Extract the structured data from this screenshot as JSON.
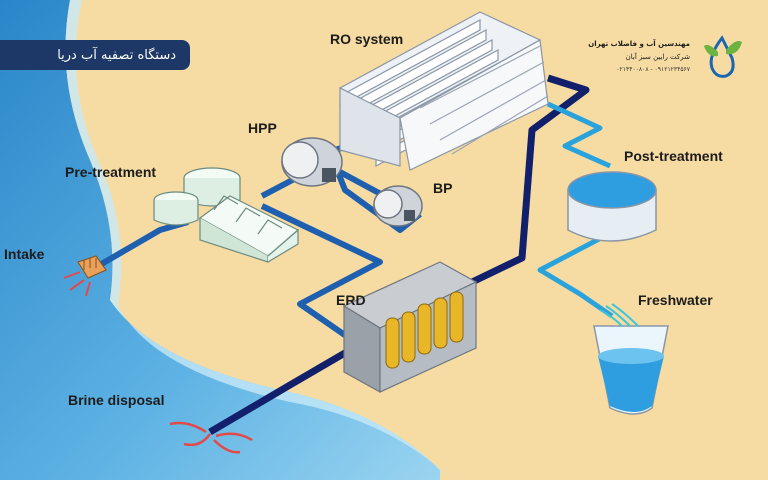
{
  "banner": {
    "title": "دستگاه تصفیه آب دریا"
  },
  "logo": {
    "line1": "مهندسین آب و فاضلاب تهران",
    "line2": "شرکت رایین سبز آبان",
    "line3": "۰۹۱۲۱۲۳۴۵۶۷ - ۰۲۱۴۴۰۰۸۰۸",
    "icon": "water-drop-leaf-icon",
    "colors": {
      "leaf": "#6db33f",
      "drop": "#1a66b0"
    }
  },
  "labels": {
    "ro_system": "RO system",
    "hpp": "HPP",
    "pre_treatment": "Pre-treatment",
    "bp": "BP",
    "post_treatment": "Post-treatment",
    "intake": "Intake",
    "erd": "ERD",
    "freshwater": "Freshwater",
    "brine_disposal": "Brine disposal"
  },
  "colors": {
    "sand": "#f6dca3",
    "sea_deep": "#2f8fd0",
    "sea_light": "#87c9ec",
    "pipe_feed": "#1f5fb0",
    "pipe_brine": "#12206b",
    "pipe_fresh": "#2aa3dd",
    "banner_bg": "#1d3866"
  }
}
